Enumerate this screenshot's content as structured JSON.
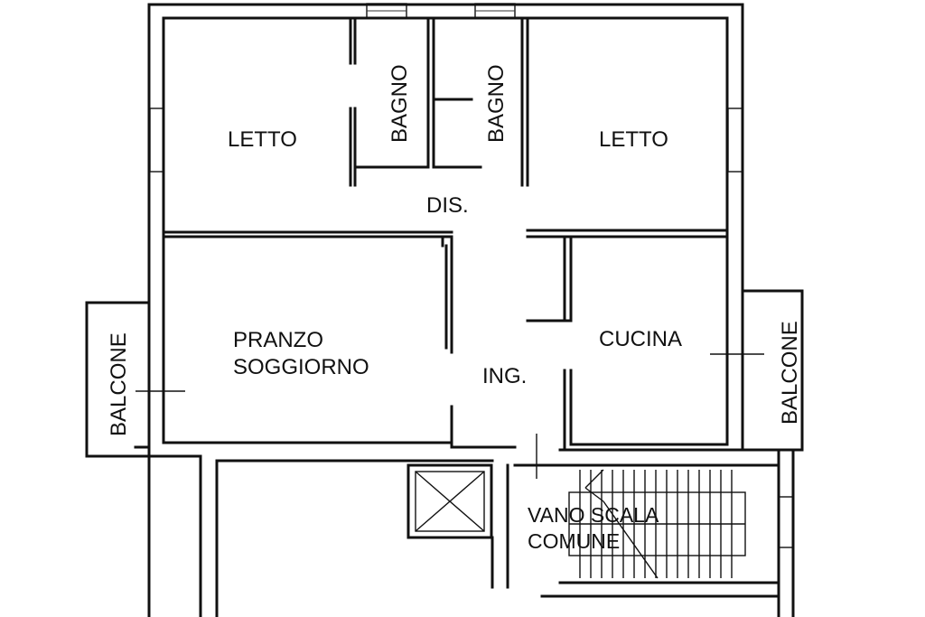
{
  "rooms": {
    "letto_left": "LETTO",
    "letto_right": "LETTO",
    "bagno_left": "BAGNO",
    "bagno_right": "BAGNO",
    "disimpegno": "DIS.",
    "pranzo": "PRANZO",
    "soggiorno": "SOGGIORNO",
    "ingresso": "ING.",
    "cucina": "CUCINA",
    "balcone_left": "BALCONE",
    "balcone_right": "BALCONE",
    "vano_scala": "VANO SCALA",
    "comune": "COMUNE"
  }
}
